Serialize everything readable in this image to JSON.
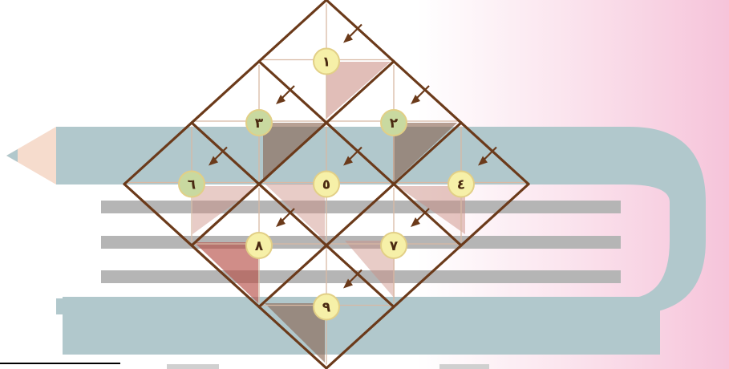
{
  "colors": {
    "accent_pink": "#f8c6dc",
    "band_blue": "#b1c8cc",
    "stripe_gray": "#b5b5b5",
    "frame_brown": "#6b3a1a",
    "cell_shade_pink": "#cc8e84",
    "cell_shade_red": "#b8534a",
    "cell_shade_dark": "#8a6450",
    "circle_yellow": "#f6f0a8",
    "circle_green": "#c9d9a0"
  },
  "cells": [
    {
      "id": "cell-1",
      "label": "١"
    },
    {
      "id": "cell-2",
      "label": "٢"
    },
    {
      "id": "cell-3",
      "label": "٣"
    },
    {
      "id": "cell-4",
      "label": "٤"
    },
    {
      "id": "cell-5",
      "label": "٥"
    },
    {
      "id": "cell-6",
      "label": "٦"
    },
    {
      "id": "cell-7",
      "label": "٧"
    },
    {
      "id": "cell-8",
      "label": "٨"
    },
    {
      "id": "cell-9",
      "label": "٩"
    }
  ]
}
